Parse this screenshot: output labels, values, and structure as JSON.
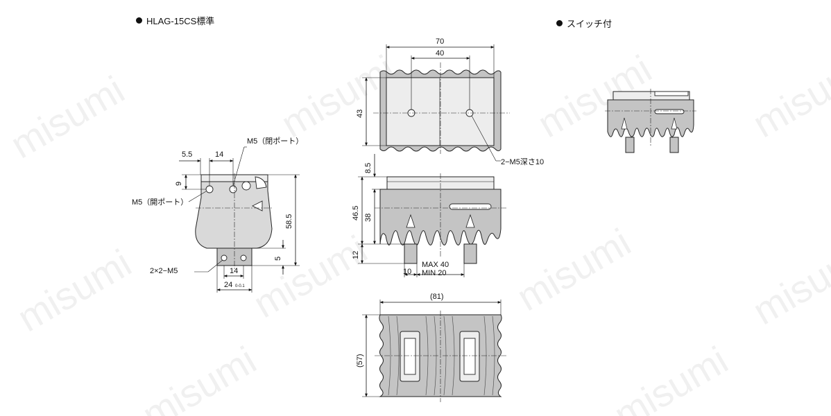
{
  "headings": {
    "standard": "HLAG-15CS標準",
    "switch": "スイッチ付"
  },
  "watermark": "misumi",
  "side_view": {
    "dim_5_5": "5.5",
    "dim_14_top": "14",
    "dim_9": "9",
    "dim_58_5": "58.5",
    "dim_5": "5",
    "dim_14_bottom": "14",
    "dim_24": "24",
    "dim_24_tol": "0-0.1",
    "label_m5_close": "M5（閉ポート）",
    "label_m5_open": "M5（開ポート）",
    "label_2x2_m5": "2×2−M5"
  },
  "top_view": {
    "dim_70": "70",
    "dim_40": "40",
    "dim_43": "43",
    "label_2_m5": "2−M5深さ10"
  },
  "front_view": {
    "dim_8_5": "8.5",
    "dim_46_5": "46.5",
    "dim_38": "38",
    "dim_12": "12",
    "dim_10": "10",
    "stroke_max": "MAX 40",
    "stroke_min": "MIN 20"
  },
  "bottom_view": {
    "dim_81": "(81)",
    "dim_57": "(57)"
  }
}
